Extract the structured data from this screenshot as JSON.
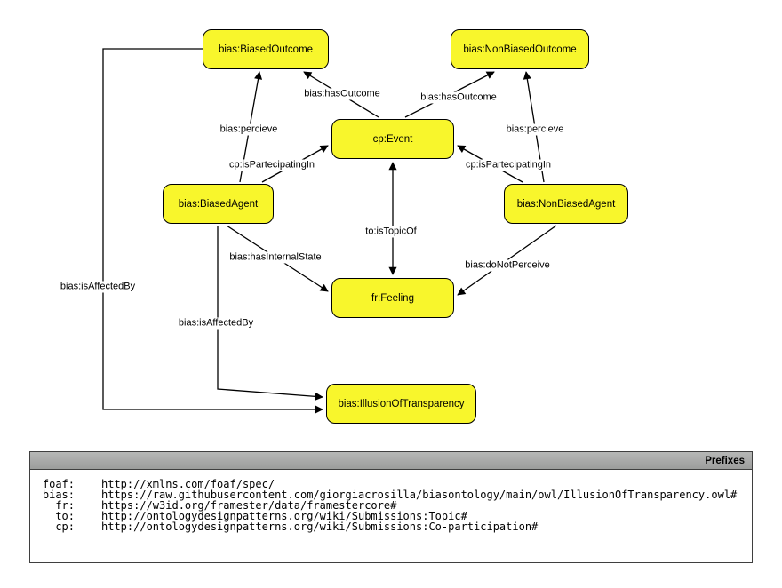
{
  "colors": {
    "node-fill": "#f8f62c",
    "node-border": "#000000",
    "edge": "#000000",
    "panel-border": "#3f3f3f",
    "background": "#ffffff"
  },
  "diagram": {
    "nodes": [
      {
        "id": "biased-outcome",
        "label": "bias:BiasedOutcome"
      },
      {
        "id": "non-biased-outcome",
        "label": "bias:NonBiasedOutcome"
      },
      {
        "id": "event",
        "label": "cp:Event"
      },
      {
        "id": "biased-agent",
        "label": "bias:BiasedAgent"
      },
      {
        "id": "non-biased-agent",
        "label": "bias:NonBiasedAgent"
      },
      {
        "id": "feeling",
        "label": "fr:Feeling"
      },
      {
        "id": "illusion-of-transparency",
        "label": "bias:IllusionOfTransparency"
      }
    ],
    "edges": [
      {
        "id": "has-outcome-biased",
        "label": "bias:hasOutcome",
        "from": "event",
        "to": "biased-outcome"
      },
      {
        "id": "has-outcome-non-biased",
        "label": "bias:hasOutcome",
        "from": "event",
        "to": "non-biased-outcome"
      },
      {
        "id": "percieve-biased",
        "label": "bias:percieve",
        "from": "biased-agent",
        "to": "biased-outcome"
      },
      {
        "id": "percieve-non-biased",
        "label": "bias:percieve",
        "from": "non-biased-agent",
        "to": "non-biased-outcome"
      },
      {
        "id": "is-partecipating-in-biased",
        "label": "cp:isPartecipatingIn",
        "from": "biased-agent",
        "to": "event"
      },
      {
        "id": "is-partecipating-in-non-biased",
        "label": "cp:isPartecipatingIn",
        "from": "non-biased-agent",
        "to": "event"
      },
      {
        "id": "is-topic-of",
        "label": "to:isTopicOf",
        "from": "event",
        "to": "feeling"
      },
      {
        "id": "has-internal-state",
        "label": "bias:hasInternalState",
        "from": "biased-agent",
        "to": "feeling"
      },
      {
        "id": "do-not-perceive",
        "label": "bias:doNotPerceive",
        "from": "non-biased-agent",
        "to": "feeling"
      },
      {
        "id": "is-affected-by-outcome",
        "label": "bias:isAffectedBy",
        "from": "biased-outcome",
        "to": "illusion-of-transparency"
      },
      {
        "id": "is-affected-by-agent",
        "label": "bias:isAffectedBy",
        "from": "biased-agent",
        "to": "illusion-of-transparency"
      }
    ]
  },
  "prefixes_panel": {
    "title": "Prefixes",
    "rows": [
      {
        "prefix": "foaf:",
        "uri": "http://xmlns.com/foaf/spec/"
      },
      {
        "prefix": "bias:",
        "uri": "https://raw.githubusercontent.com/giorgiacrosilla/biasontology/main/owl/IllusionOfTransparency.owl#"
      },
      {
        "prefix": "fr:",
        "uri": "https://w3id.org/framester/data/framestercore#"
      },
      {
        "prefix": "to:",
        "uri": "http://ontologydesignpatterns.org/wiki/Submissions:Topic#"
      },
      {
        "prefix": "cp:",
        "uri": "http://ontologydesignpatterns.org/wiki/Submissions:Co-participation#"
      }
    ]
  }
}
